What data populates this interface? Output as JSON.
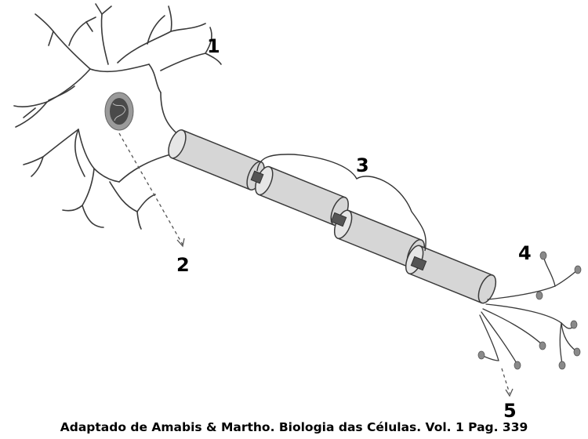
{
  "labels": [
    "1",
    "2",
    "3",
    "4",
    "5"
  ],
  "caption": "Adaptado de Amabis & Martho. Biologia das Células. Vol. 1 Pag. 339",
  "colors": {
    "outline": "#3a3a3a",
    "myelin_fill": "#d6d6d6",
    "node": "#555555",
    "terminal": "#8a8a8a",
    "nucleus": "#6a6a6a"
  },
  "icons": [
    "nucleus",
    "myelin-sheath",
    "node-of-ranvier",
    "axon-terminal"
  ]
}
